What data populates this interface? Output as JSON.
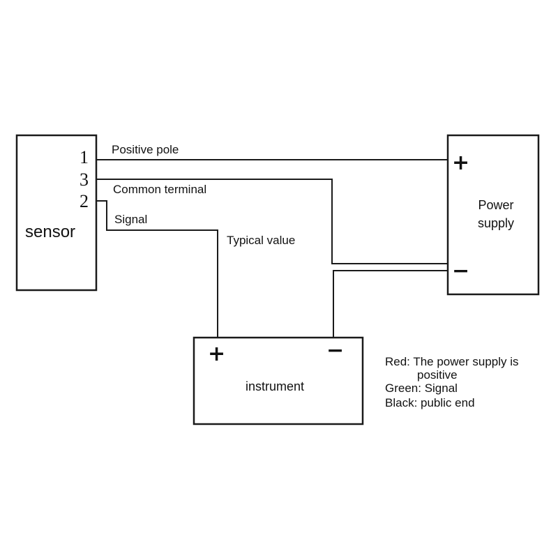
{
  "sensor": {
    "label": "sensor",
    "pins": [
      "1",
      "3",
      "2"
    ]
  },
  "power_supply": {
    "label_line1": "Power",
    "label_line2": "supply",
    "plus": "+",
    "minus": "−"
  },
  "instrument": {
    "label": "instrument",
    "plus": "+",
    "minus": "−"
  },
  "wires": {
    "positive_pole": "Positive pole",
    "common_terminal": "Common terminal",
    "signal": "Signal",
    "typical_value": "Typical value"
  },
  "legend": {
    "line1": "Red: The power supply is",
    "line1b": "positive",
    "line2": "Green: Signal",
    "line3": "Black: public end"
  }
}
